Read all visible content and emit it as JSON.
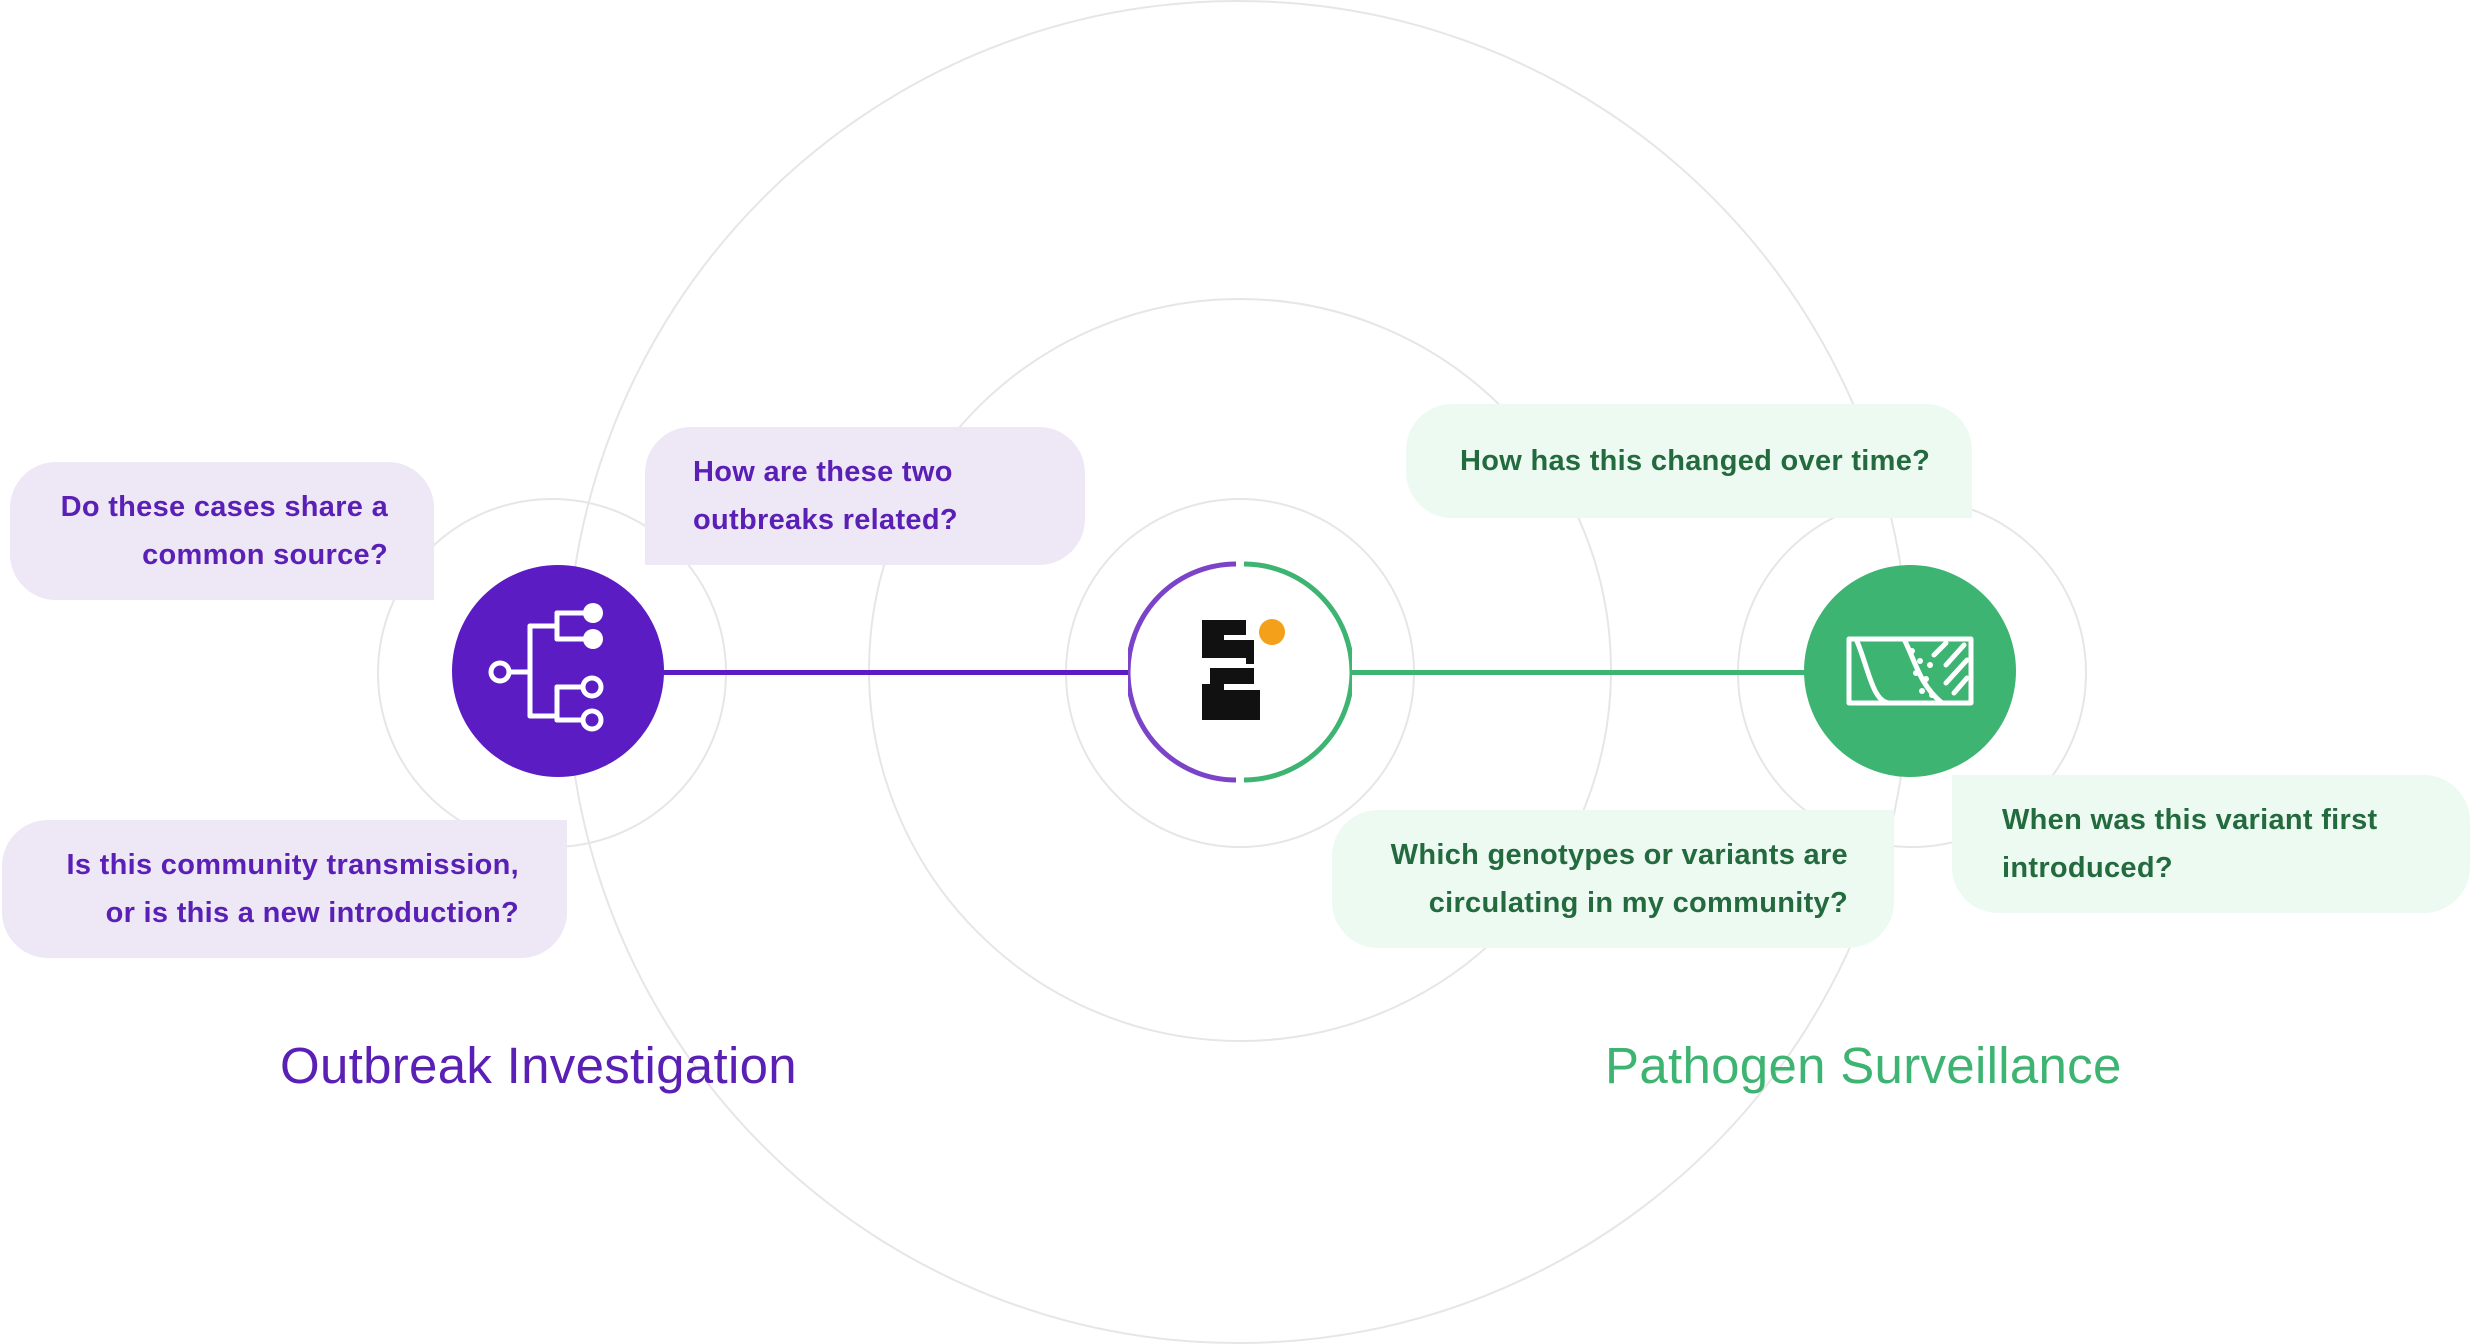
{
  "colors": {
    "purple": "#5c1cc3",
    "purple_text": "#5a1fb5",
    "purple_bubble": "#ede7f6",
    "green": "#3eb472",
    "green_text": "#236b3f",
    "green_bubble": "#edfaf1",
    "ring": "#e6e6e6",
    "logo_dot": "#f5a01a"
  },
  "left": {
    "title": "Outbreak Investigation",
    "icon": "phylogenetic-tree-icon",
    "questions": [
      {
        "line1": "Do these cases share a",
        "line2": "common source?"
      },
      {
        "line1": "How are these two",
        "line2": "outbreaks related?"
      },
      {
        "line1": "Is this community transmission,",
        "line2": "or is this a new introduction?"
      }
    ]
  },
  "center": {
    "icon": "czid-logo-icon"
  },
  "right": {
    "title": "Pathogen Surveillance",
    "icon": "variant-map-icon",
    "questions": [
      {
        "line1": "How has this changed over time?"
      },
      {
        "line1": "Which genotypes or variants are",
        "line2": "circulating in my community?"
      },
      {
        "line1": "When was this variant first",
        "line2": "introduced?"
      }
    ]
  }
}
